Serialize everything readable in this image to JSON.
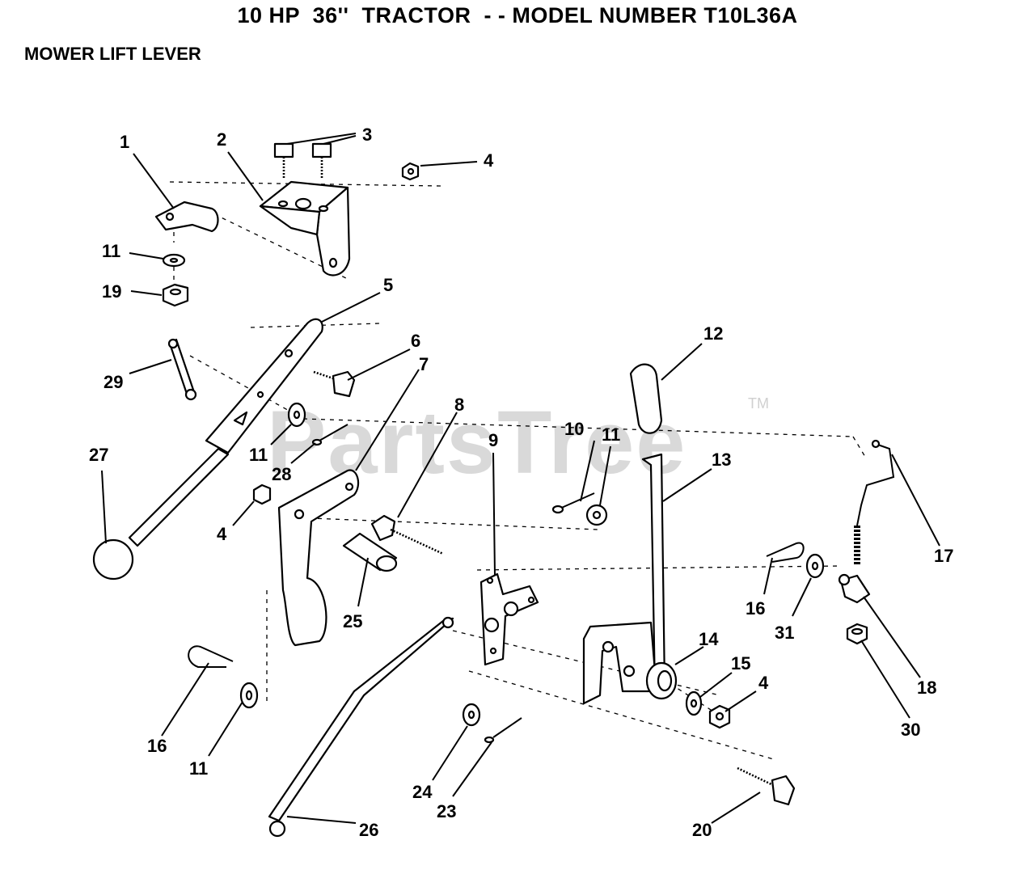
{
  "header": {
    "title": "10 HP  36''  TRACTOR  - - MODEL NUMBER T10L36A",
    "subtitle": "MOWER LIFT LEVER"
  },
  "watermark": {
    "text": "PartsTree",
    "trademark": "TM"
  },
  "callouts": {
    "c1": "1",
    "c2": "2",
    "c3": "3",
    "c4a": "4",
    "c4b": "4",
    "c4c": "4",
    "c5": "5",
    "c6": "6",
    "c7": "7",
    "c8": "8",
    "c9": "9",
    "c10": "10",
    "c11a": "11",
    "c11b": "11",
    "c11c": "11",
    "c11d": "11",
    "c12": "12",
    "c13": "13",
    "c14": "14",
    "c15": "15",
    "c16a": "16",
    "c16b": "16",
    "c17": "17",
    "c18": "18",
    "c19": "19",
    "c20": "20",
    "c23": "23",
    "c24": "24",
    "c25": "25",
    "c26": "26",
    "c27": "27",
    "c28": "28",
    "c29": "29",
    "c30": "30",
    "c31": "31"
  }
}
